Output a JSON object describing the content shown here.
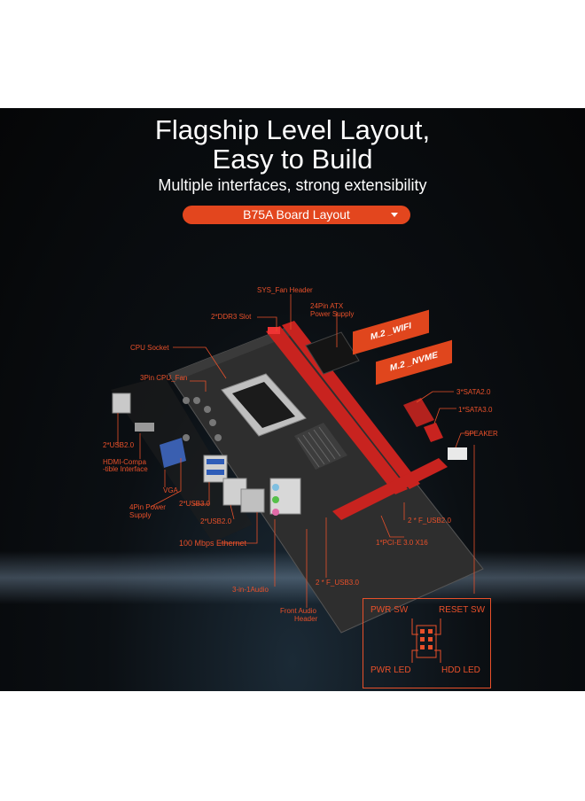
{
  "header": {
    "title_line1": "Flagship Level Layout,",
    "title_line2": "Easy to Build",
    "subtitle": "Multiple interfaces, strong extensibility"
  },
  "dropdown": {
    "label": "B75A Board Layout",
    "icon": "chevron-down-icon"
  },
  "badges": {
    "wifi": "M.2 _WIFI",
    "nvme": "M.2 _NVME"
  },
  "labels": {
    "sys_fan": "SYS_Fan Header",
    "ddr3": "2*DDR3 Slot",
    "atx_24pin_1": "24Pin ATX",
    "atx_24pin_2": "Power Supply",
    "cpu_socket": "CPU Socket",
    "cpu_fan": "3Pin CPU_Fan",
    "sata2": "3*SATA2.0",
    "sata3": "1*SATA3.0",
    "speaker": "SPEAKER",
    "usb2_rear": "2*USB2.0",
    "hdmi_1": "HDMI-Compa",
    "hdmi_2": "-tible Interface",
    "vga": "VGA",
    "power4_1": "4Pin Power",
    "power4_2": "Supply",
    "usb3_rear": "2*USB3.0",
    "usb2_rear2": "2*USB2.0",
    "f_usb2": "2 * F_USB2.0",
    "pcie": "1*PCI-E 3.0 X16",
    "ethernet": "100 Mbps Ethernet",
    "audio": "3-in-1Audio",
    "f_usb3": "2 * F_USB3.0",
    "front_audio_1": "Front Audio",
    "front_audio_2": "Header"
  },
  "panel_pins": {
    "pwr_sw": "PWR SW",
    "reset_sw": "RESET SW",
    "pwr_led": "PWR LED",
    "hdd_led": "HDD  LED"
  },
  "colors": {
    "accent": "#e3461e",
    "label": "#e8502a",
    "board": "#2d2d2d",
    "slot": "#c8231f"
  }
}
